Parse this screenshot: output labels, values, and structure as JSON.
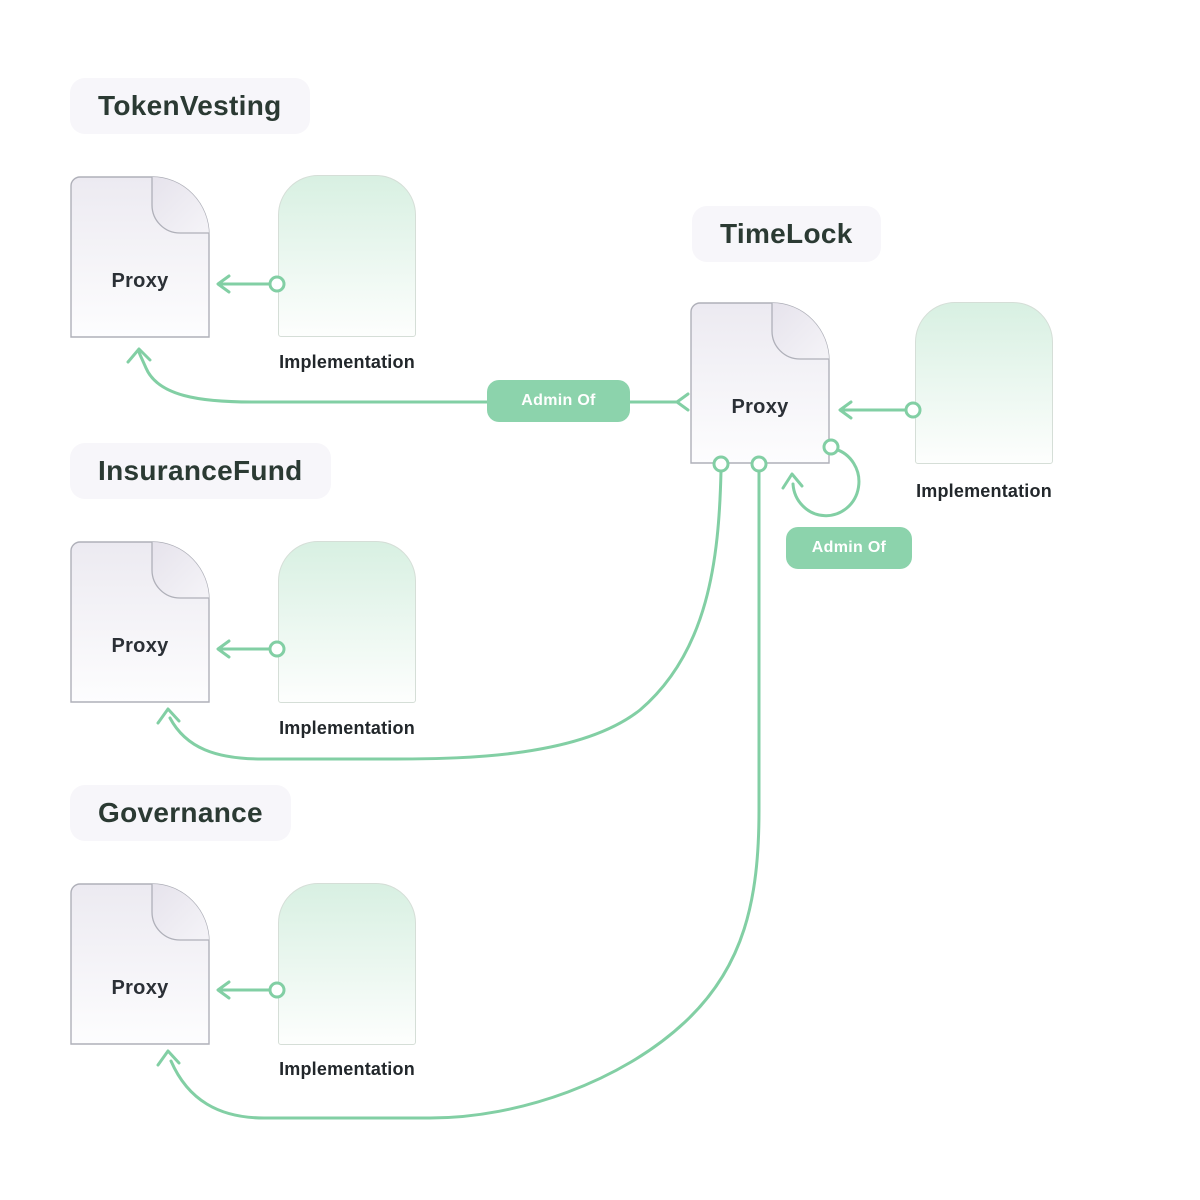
{
  "colors": {
    "accent": "#82CFA4",
    "badge-bg": "#8CD3AC",
    "badge-text": "#FFFFFF",
    "title-bg": "#F7F6FA",
    "title-text": "#2B3A33",
    "node-label": "#2B3036",
    "impl-label": "#22272B",
    "proxy-border": "#AFB0B9",
    "proxy-top": "#ECEAF1",
    "proxy-bottom": "#FDFDFE",
    "fold-top": "#E6E3EC",
    "fold-bottom": "#F5F4F8",
    "impl-top": "#D8F0E2",
    "impl-bottom": "#FDFEFD",
    "impl-border": "#D5DED7",
    "page-bg": "#FFFFFF"
  },
  "groups": [
    {
      "title": "TokenVesting",
      "proxy": "Proxy",
      "implementation": "Implementation"
    },
    {
      "title": "TimeLock",
      "proxy": "Proxy",
      "implementation": "Implementation"
    },
    {
      "title": "InsuranceFund",
      "proxy": "Proxy",
      "implementation": "Implementation"
    },
    {
      "title": "Governance",
      "proxy": "Proxy",
      "implementation": "Implementation"
    }
  ],
  "edges": {
    "admin_of_tokenvesting": "Admin Of",
    "admin_of_self": "Admin Of"
  }
}
